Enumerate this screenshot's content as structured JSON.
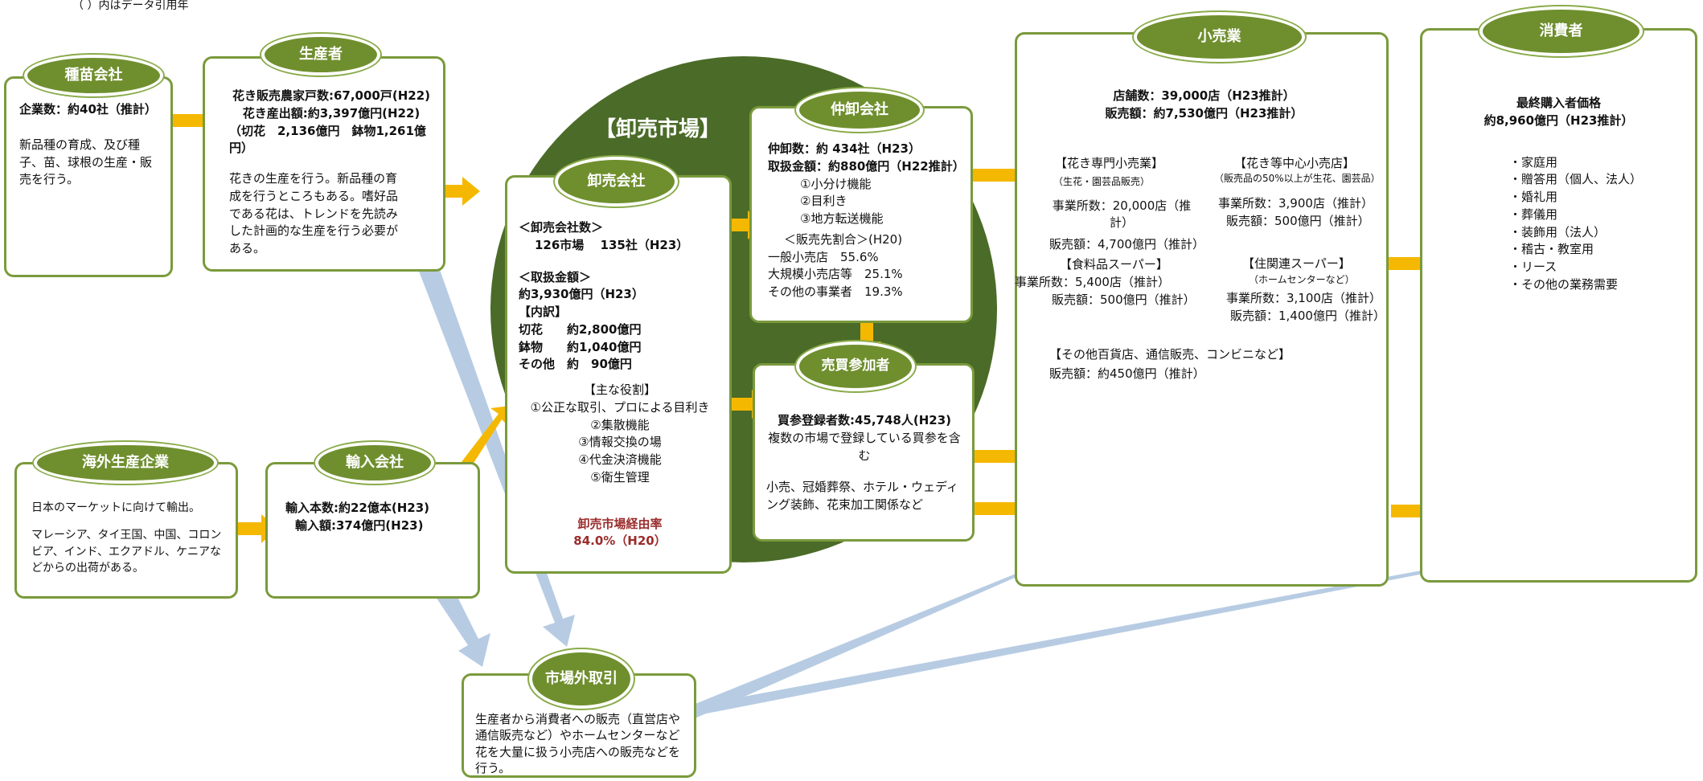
{
  "note": "（ ）内はデータ引用年",
  "market": {
    "title": "【卸売市場】"
  },
  "seed": {
    "label": "種苗会社",
    "count": "企業数：約40社（推計）",
    "desc": "新品種の育成、及び種子、苗、球根の生産・販売を行う。"
  },
  "producer": {
    "label": "生産者",
    "farmers": "花き販売農家戸数:67,000戸(H22)",
    "output": "花き産出額:約3,397億円(H22)",
    "breakdown": "（切花　2,136億円　鉢物1,261億円）",
    "desc": "花きの生産を行う。新品種の育成を行うところもある。嗜好品である花は、トレンドを先読みした計画的な生産を行う必要がある。"
  },
  "overseas": {
    "label": "海外生産企業",
    "desc1": "日本のマーケットに向けて輸出。",
    "desc2": "マレーシア、タイ王国、中国、コロンビア、インド、エクアドル、ケニアなどからの出荷がある。"
  },
  "importer": {
    "label": "輸入会社",
    "count": "輸入本数:約22億本(H23)",
    "amount": "輸入額:374億円(H23)"
  },
  "wholesaler": {
    "label": "卸売会社",
    "count_head": "＜卸売会社数＞",
    "count": "126市場　 135社（H23）",
    "amount_head": "＜取扱金額＞",
    "amount": "約3,930億円（H23）",
    "detail_head": "【内訳】",
    "detail": [
      "切花　　約2,800億円",
      "鉢物　　約1,040億円",
      "その他　約　90億円"
    ],
    "roles_head": "【主な役割】",
    "roles": [
      "①公正な取引、プロによる目利き",
      "②集散機能",
      "③情報交換の場",
      "④代金決済機能",
      "⑤衛生管理"
    ],
    "rate_label": "卸売市場経由率",
    "rate": "84.0%（H20）"
  },
  "intermediate": {
    "label": "仲卸会社",
    "count": "仲卸数：約 434社（H23）",
    "amount": "取扱金額：約880億円（H22推計）",
    "functions": [
      "①小分け機能",
      "②目利き",
      "③地方転送機能"
    ],
    "share_head": "＜販売先割合＞(H20)",
    "shares": [
      "一般小売店　55.6%",
      "大規模小売店等　25.1%",
      "その他の事業者　19.3%"
    ]
  },
  "buyer": {
    "label": "売買参加者",
    "count": "買参登録者数:45,748人(H23)",
    "desc": "複数の市場で登録している買参を含む",
    "types": "小売、冠婚葬祭、ホテル・ウェディング装飾、花束加工関係など"
  },
  "retail": {
    "label": "小売業",
    "stores": "店舗数：39,000店（H23推計）",
    "sales": "販売額：約7,530億円（H23推計）",
    "florist_head": "【花き専門小売業】",
    "florist_sub": "（生花・園芸品販売）",
    "florist_count": "事業所数：20,000店（推計）",
    "florist_sales": "販売額：4,700億円（推計）",
    "center_head": "【花き等中心小売店】",
    "center_sub": "（販売品の50%以上が生花、園芸品）",
    "center_count": "事業所数：3,900店（推計）",
    "center_sales": "販売額：500億円（推計）",
    "food_head": "【食料品スーパー】",
    "food_count": "事業所数：5,400店（推計）",
    "food_sales": "販売額：500億円（推計）",
    "home_head": "【住関連スーパー】",
    "home_sub": "（ホームセンターなど）",
    "home_count": "事業所数：3,100店（推計）",
    "home_sales": "販売額：1,400億円（推計）",
    "other_head": "【その他百貨店、通信販売、コンビニなど】",
    "other_sales": "販売額：約450億円（推計）"
  },
  "consumer": {
    "label": "消費者",
    "price_head": "最終購入者価格",
    "price": "約8,960億円（H23推計）",
    "uses": [
      "・家庭用",
      "・贈答用（個人、法人）",
      "・婚礼用",
      "・葬儀用",
      "・装飾用（法人）",
      "・稽古・教室用",
      "・リース",
      "・その他の業務需要"
    ]
  },
  "offmarket": {
    "label": "市場外取引",
    "desc": "生産者から消費者への販売（直営店や通信販売など）やホームセンターなど花を大量に扱う小売店への販売などを行う。"
  }
}
